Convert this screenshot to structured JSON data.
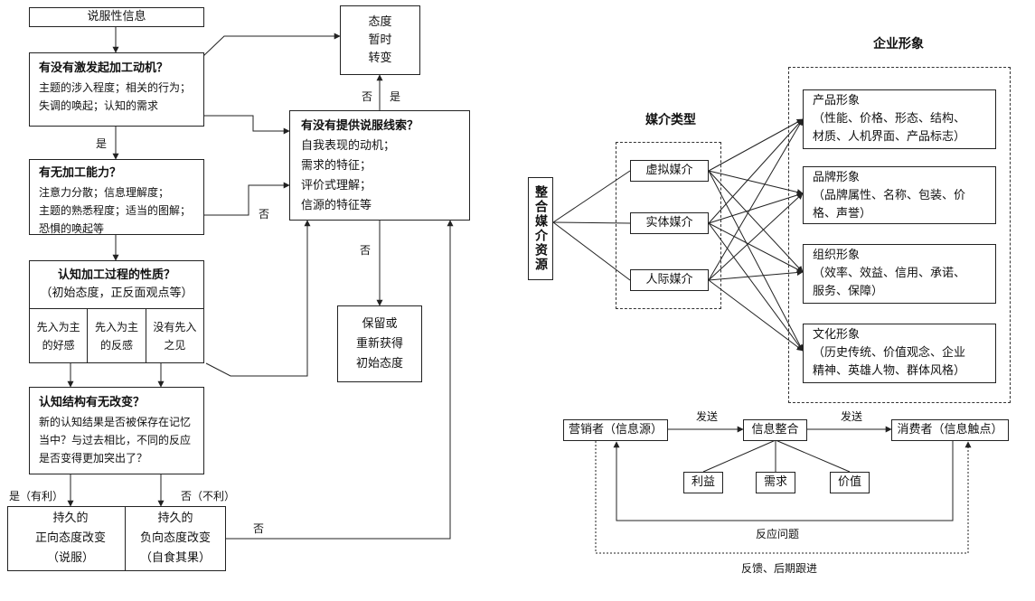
{
  "flow": {
    "start": "说服性信息",
    "attitude_temp": [
      "态度",
      "暂时",
      "转变"
    ],
    "q1": {
      "title": "有没有激发起加工动机？",
      "lines": [
        "主题的涉入程度；相关的行为；",
        "失调的唤起；认知的需求"
      ]
    },
    "q2": {
      "title": "有无加工能力？",
      "lines": [
        "注意力分散；信息理解度；",
        "主题的熟悉程度；适当的图解；",
        "恐惧的唤起等"
      ]
    },
    "q3": {
      "title": "认知加工过程的性质？",
      "sub": "（初始态度，正反面观点等）",
      "cells": [
        [
          "先入为主",
          "的好感"
        ],
        [
          "先入为主",
          "的反感"
        ],
        [
          "没有先入",
          "之见"
        ]
      ]
    },
    "q4": {
      "title": "认知结构有无改变？",
      "lines": [
        "新的认知结果是否被保存在记忆",
        "当中？与过去相比，不同的反应",
        "是否变得更加突出了？"
      ]
    },
    "cue": {
      "title": "有没有提供说服线索？",
      "lines": [
        "自我表现的动机；",
        "需求的特征；",
        "评价式理解；",
        "信源的特征等"
      ]
    },
    "retain": [
      "保留或",
      "重新获得",
      "初始态度"
    ],
    "pos": [
      "持久的",
      "正向态度改变",
      "（说服）"
    ],
    "neg": [
      "持久的",
      "负向态度改变",
      "（自食其果）"
    ],
    "labels": {
      "yes": "是",
      "no": "否",
      "yes_fav": "是（有利）",
      "no_unfav": "否（不利）"
    }
  },
  "media": {
    "corp_title": "企业形象",
    "media_title": "媒介类型",
    "source": "整合媒介资源",
    "media": [
      "虚拟媒介",
      "实体媒介",
      "人际媒介"
    ],
    "images": [
      {
        "title": "产品形象",
        "lines": [
          "（性能、价格、形态、结构、",
          "材质、人机界面、产品标志）"
        ]
      },
      {
        "title": "品牌形象",
        "lines": [
          "（品牌属性、名称、包装、价",
          "格、声誉）"
        ]
      },
      {
        "title": "组织形象",
        "lines": [
          "（效率、效益、信用、承诺、",
          "服务、保障）"
        ]
      },
      {
        "title": "文化形象",
        "lines": [
          "（历史传统、价值观念、企业",
          "精神、英雄人物、群体风格）"
        ]
      }
    ]
  },
  "comm": {
    "marketer": "营销者（信息源）",
    "integrate": "信息整合",
    "consumer": "消费者（信息触点）",
    "send1": "发送",
    "send2": "发送",
    "factors": [
      "利益",
      "需求",
      "价值"
    ],
    "reaction": "反应问题",
    "feedback": "反馈、后期跟进"
  }
}
